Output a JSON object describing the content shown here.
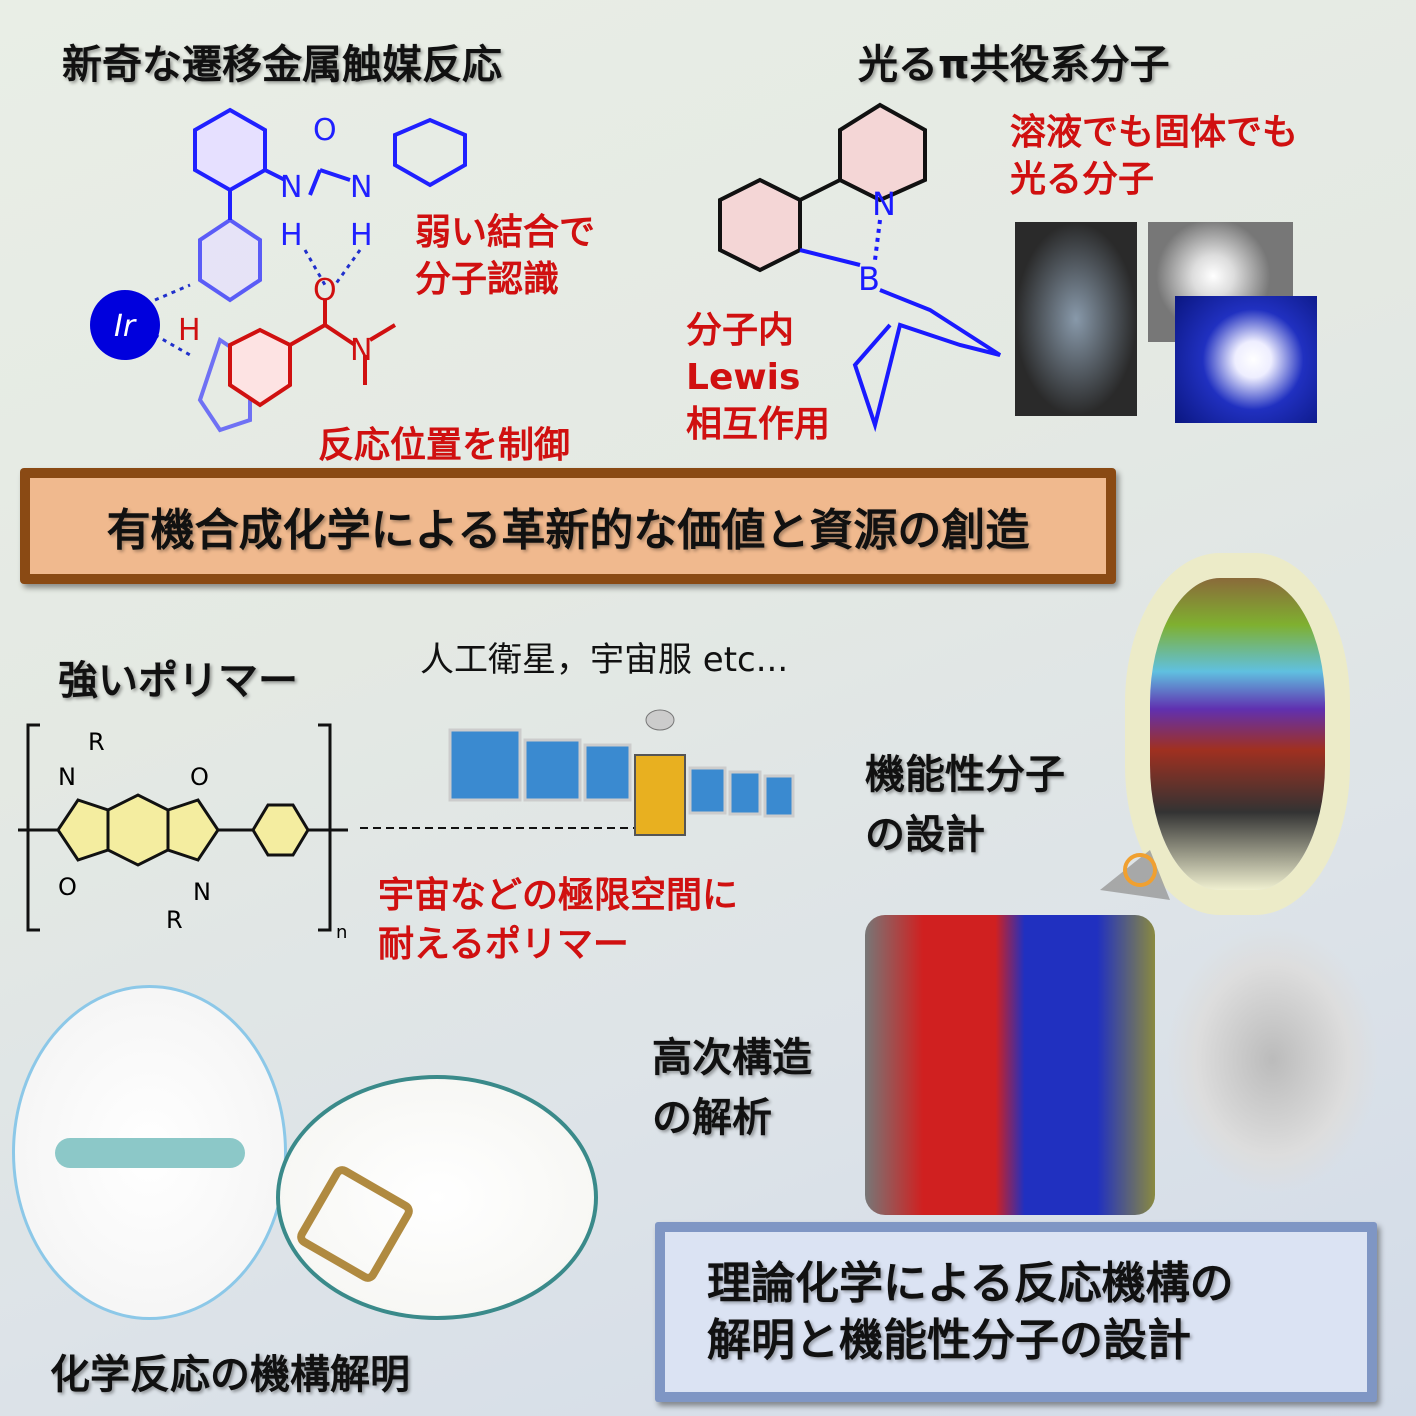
{
  "top_left": {
    "title": "新奇な遷移金属触媒反応",
    "note1": [
      "弱い結合で",
      "分子認識"
    ],
    "note2": "反応位置を制御",
    "metal": "Ir",
    "atoms": {
      "n": "N",
      "o": "O",
      "h": "H"
    }
  },
  "top_right": {
    "title": "光るπ共役系分子",
    "note1": [
      "溶液でも固体でも",
      "光る分子"
    ],
    "note2": [
      "分子内",
      "Lewis",
      "相互作用"
    ],
    "atoms": {
      "n": "N",
      "b": "B"
    }
  },
  "banner": "有機合成化学による革新的な価値と資源の創造",
  "polymer": {
    "title": "強いポリマー",
    "applications": "人工衛星，宇宙服 etc...",
    "note": [
      "宇宙などの極限空間に",
      "耐えるポリマー"
    ],
    "atoms": {
      "r": "R",
      "n": "N",
      "o": "O",
      "sub": "n"
    }
  },
  "design": {
    "label": [
      "機能性分子",
      "の設計"
    ]
  },
  "structure": {
    "label": [
      "高次構造",
      "の解析"
    ]
  },
  "mechanism": {
    "label": "化学反応の機構解明"
  },
  "bottom_box": [
    "理論化学による反応機構の",
    "解明と機能性分子の設計"
  ],
  "colors": {
    "red": "#d01010",
    "blue": "#1a1aff",
    "banner": "#f0b98e",
    "box": "#dbe3f3"
  }
}
